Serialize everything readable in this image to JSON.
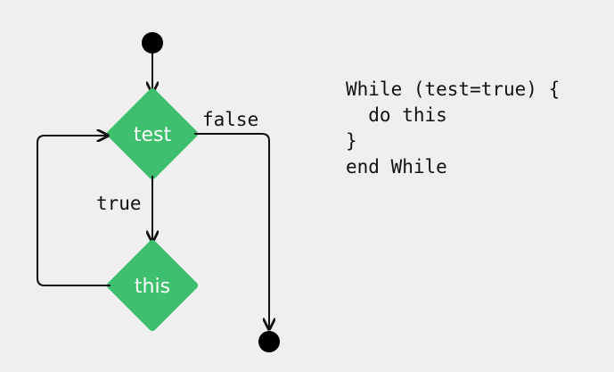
{
  "diagram": {
    "nodes": {
      "test": "test",
      "this": "this"
    },
    "edge_labels": {
      "false": "false",
      "true": "true"
    },
    "colors": {
      "diamond": "#3dbf6e",
      "line": "#111111",
      "background": "#efefef"
    }
  },
  "code": {
    "lines": [
      "While (test=true) {",
      "  do this",
      "}",
      "end While"
    ]
  }
}
